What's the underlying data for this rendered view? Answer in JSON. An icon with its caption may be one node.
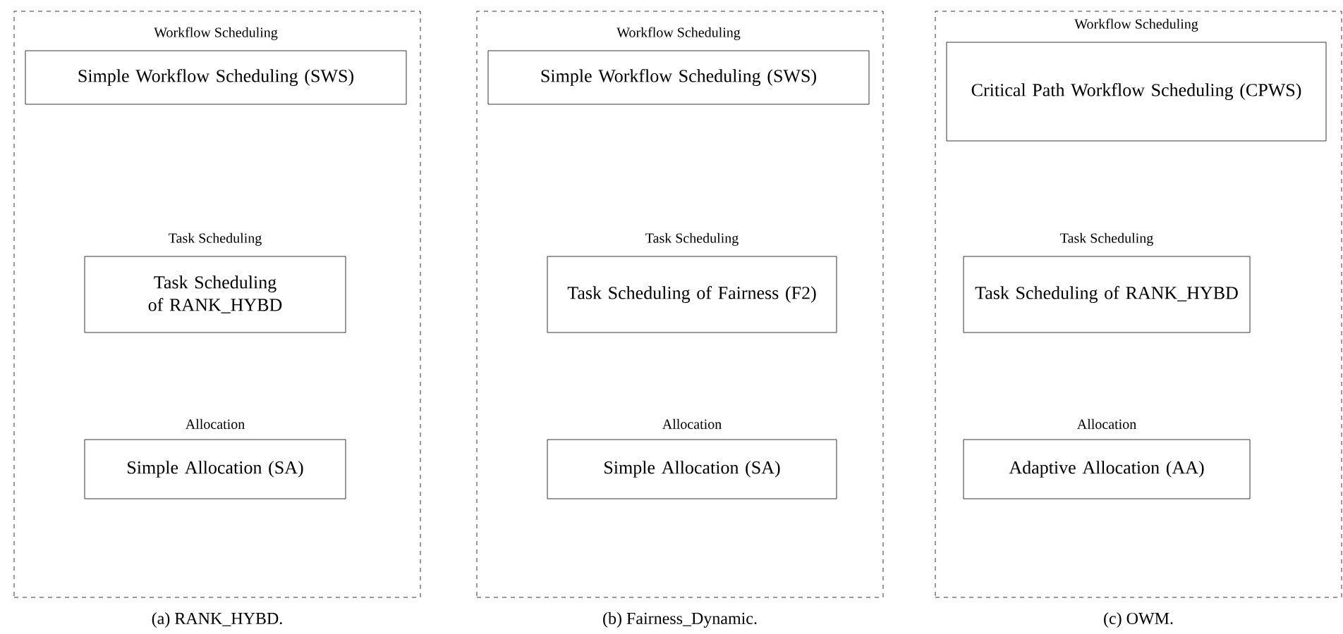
{
  "diagram": {
    "nodes": [
      {
        "text": [],
        "shape": "box",
        "beside": [
          "(a) RANK_HYBD."
        ]
      },
      {
        "text": [
          "Workflow Scheduling",
          "Simple Workflow Scheduling (SWS)"
        ],
        "in": 0
      },
      {
        "text": [
          "Task Scheduling",
          "Task Scheduling of RANK_HYBD"
        ],
        "in": 0
      },
      {
        "text": [
          "Allocation",
          "Simple Allocation (SA)"
        ],
        "in": 0
      },
      {
        "text": [],
        "shape": "box",
        "beside": [
          "(b) Fairness_Dynamic."
        ]
      },
      {
        "text": [
          "Workflow Scheduling",
          "Simple Workflow Scheduling (SWS)"
        ],
        "in": 4
      },
      {
        "text": [
          "Task Scheduling",
          "Task Scheduling of Fairness (F2)"
        ],
        "in": 4
      },
      {
        "text": [
          "Allocation",
          "Simple Allocation (SA)"
        ],
        "in": 4
      },
      {
        "text": [],
        "shape": "box",
        "beside": [
          "(c) OWM."
        ]
      },
      {
        "text": [
          "Workflow Scheduling",
          "Critical Path Workflow Scheduling (CPWS)"
        ],
        "in": 8
      },
      {
        "text": [
          "Task Scheduling",
          "Task Scheduling of RANK_HYBD"
        ],
        "in": 8
      },
      {
        "text": [
          "Allocation",
          "Adaptive Allocation (AA)"
        ],
        "in": 8
      }
    ]
  }
}
